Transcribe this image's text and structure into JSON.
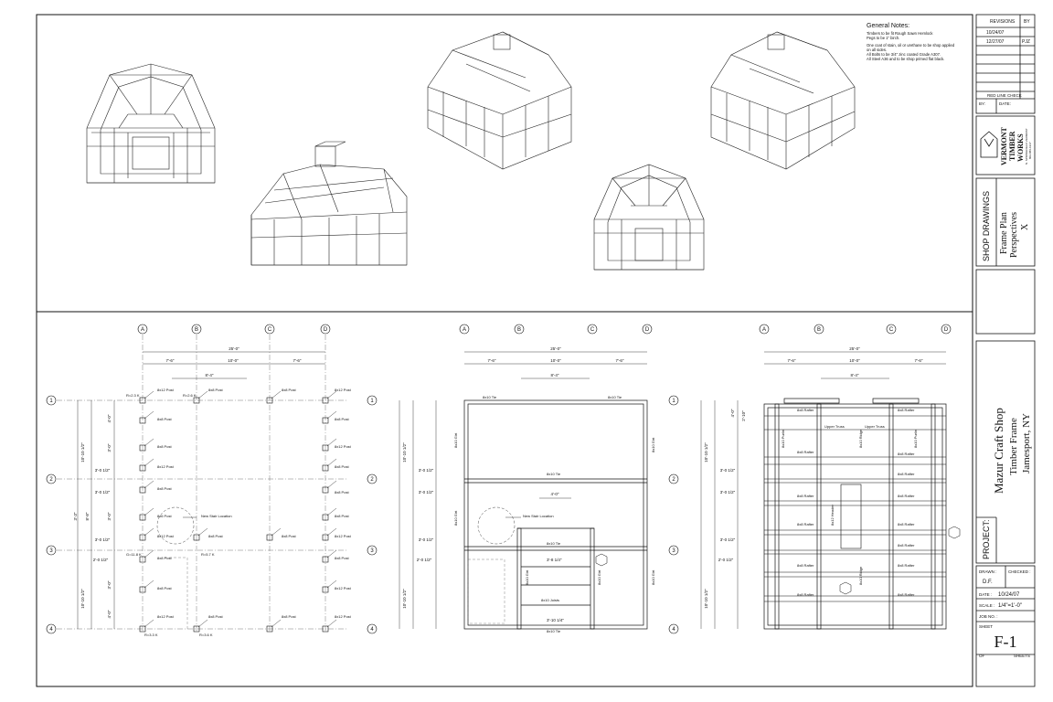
{
  "general_notes": {
    "title": "General Notes:",
    "lines": [
      "Timbers to be fit Rough Sawn Hemlock",
      "Pegs to be 1\" birch.",
      "",
      "One coat of stain, oil or urethane to be shop applied",
      "on all sides.",
      "All Bolts to be 3/4\" zinc coated Grade A307.",
      "All Steel A36 and to be shop primed flat black."
    ]
  },
  "title_block": {
    "revisions_label": "REVISIONS",
    "by_label": "BY",
    "revisions": [
      {
        "date": "10/24/07",
        "by": ""
      },
      {
        "date": "12/27/07",
        "by": "PJZ"
      }
    ],
    "red_line_check": "RED LINE CHECK",
    "by_label2": "BY:",
    "date_label2": "DATE:",
    "logo_text": [
      "VERMONT",
      "TIMBER",
      "WORKS"
    ],
    "logo_address": [
      "N. SPRINGFIELD VERMONT",
      "802-886-1917"
    ],
    "shop_drawings": "SHOP DRAWINGS",
    "drawing_title": [
      "Frame Plan",
      "Perspectives",
      "X"
    ],
    "project_label": "PROJECT:",
    "project_name": [
      "Mazur Craft Shop",
      "Timber Frame",
      "Jamesport, NY"
    ],
    "drawn_label": "DRAWN :",
    "drawn_value": "D.F.",
    "checked_label": "CHECKED :",
    "date_label": "DATE :",
    "date_value": "10/24/07",
    "scale_label": "SCALE :",
    "scale_value": "1/4\"=1'-0\"",
    "job_label": "JOB NO. :",
    "sheet_label": "SHEET",
    "sheet_value": "F-1",
    "of_label": "OF",
    "sheets_label": "SHEETS"
  },
  "grid": {
    "columns": [
      "A",
      "B",
      "C",
      "D"
    ],
    "rows": [
      "1",
      "2",
      "3",
      "4"
    ],
    "overall_dim": "25'-0\"",
    "bay_dims": [
      "7'-6\"",
      "10'-0\"",
      "7'-6\""
    ],
    "inner_dim": "8'-4\"",
    "stair_dim": "4'-0\""
  },
  "plan1": {
    "posts": [
      "8x12 Post",
      "8x8 Post",
      "8x8 Post",
      "8x12 Post",
      "8x8 Post",
      "8x8 Post",
      "8x8 Post",
      "8x12 Post",
      "8x12 Post",
      "8x8 Post",
      "8x8 Post",
      "8x6 Post",
      "8x8 Post",
      "8x12 Post",
      "8x8 Post",
      "8x8 Post",
      "8x8 Post",
      "8x12 Post",
      "8x8 Post",
      "8x8 Post",
      "8x8 Post",
      "8x12 Post",
      "8x8 Post",
      "8x12 Post"
    ],
    "reactions": [
      "R=2.3 K",
      "R=2.6 K",
      "G=11.8 K",
      "R=5.7 K",
      "R=3.3 K",
      "R=3.6 K"
    ],
    "stair_note": "New Stair Location",
    "left_dims": [
      "4'-0\"",
      "3'-0\"",
      "3'-0 1/2\"",
      "3'-0 1/2\"",
      "3'-0\"",
      "3'-0 1/2\"",
      "2'-0 1/2\"",
      "3'-0\"",
      "4'-0\""
    ],
    "outer_dims": [
      "10'-10 1/2\"",
      "10'-10 1/2\"",
      "8'-8\"",
      "3'-3\""
    ]
  },
  "plan2": {
    "labels": [
      "8x10 Tie",
      "8x10 Tie",
      "8x10 Tie",
      "8x10 Tie",
      "8x10 Tie",
      "8x10 Girt",
      "8x10 Girt",
      "8x10 Joists",
      "8x10 Girt",
      "8x10 Girt",
      "8x10 Girt",
      "8x10 Girt"
    ],
    "dims": [
      "3'-8 1/4\"",
      "3'-10 1/4\""
    ],
    "stair_note": "New Stair Location"
  },
  "plan3": {
    "labels": [
      "8x8 Rafter",
      "8x8 Rafter",
      "Upper Truss",
      "Upper Truss",
      "8x8 Rafter",
      "8x8 Rafter",
      "8x8 Rafter",
      "8x8 Rafter",
      "8x8 Rafter",
      "8x8 Rafter",
      "8x8 Rafter",
      "8x8 Rafter",
      "8x8 Rafter",
      "8x8 Rafter",
      "8x8 Rafter",
      "8x8 Rafter",
      "8x12 Header",
      "8x10 Purlin",
      "8x10 Purlin",
      "8x10 Ridge",
      "8x10 Ridge"
    ],
    "dims": [
      "4'-0\"",
      "2'-10\""
    ]
  }
}
